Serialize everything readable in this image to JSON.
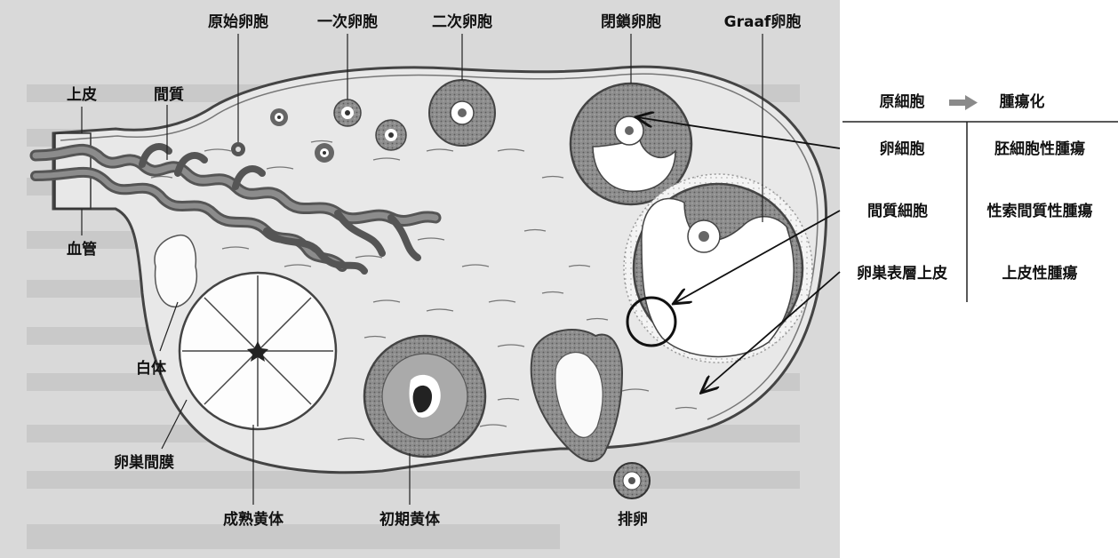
{
  "labels": {
    "primordial": "原始卵胞",
    "primary": "一次卵胞",
    "secondary": "二次卵胞",
    "atretic": "閉鎖卵胞",
    "graaf": "Graaf卵胞",
    "epithelium": "上皮",
    "stroma": "間質",
    "vessel": "血管",
    "corpus_albicans": "白体",
    "mesovarium": "卵巣間膜",
    "mature_corpus_luteum": "成熟黄体",
    "early_corpus_luteum": "初期黄体",
    "ovulation": "排卵"
  },
  "table": {
    "header_origin": "原細胞",
    "header_tumor": "腫瘍化",
    "rows": [
      {
        "origin": "卵細胞",
        "tumor": "胚細胞性腫瘍"
      },
      {
        "origin": "間質細胞",
        "tumor": "性索間質性腫瘍"
      },
      {
        "origin": "卵巣表層上皮",
        "tumor": "上皮性腫瘍"
      }
    ]
  },
  "colors": {
    "background_scan": "#d8d8d8",
    "ovary_fill": "#e6e6e6",
    "follicle_dark": "#7a7a7a",
    "follicle_mid": "#9a9a9a",
    "arrow_gray": "#8a8a8a"
  }
}
